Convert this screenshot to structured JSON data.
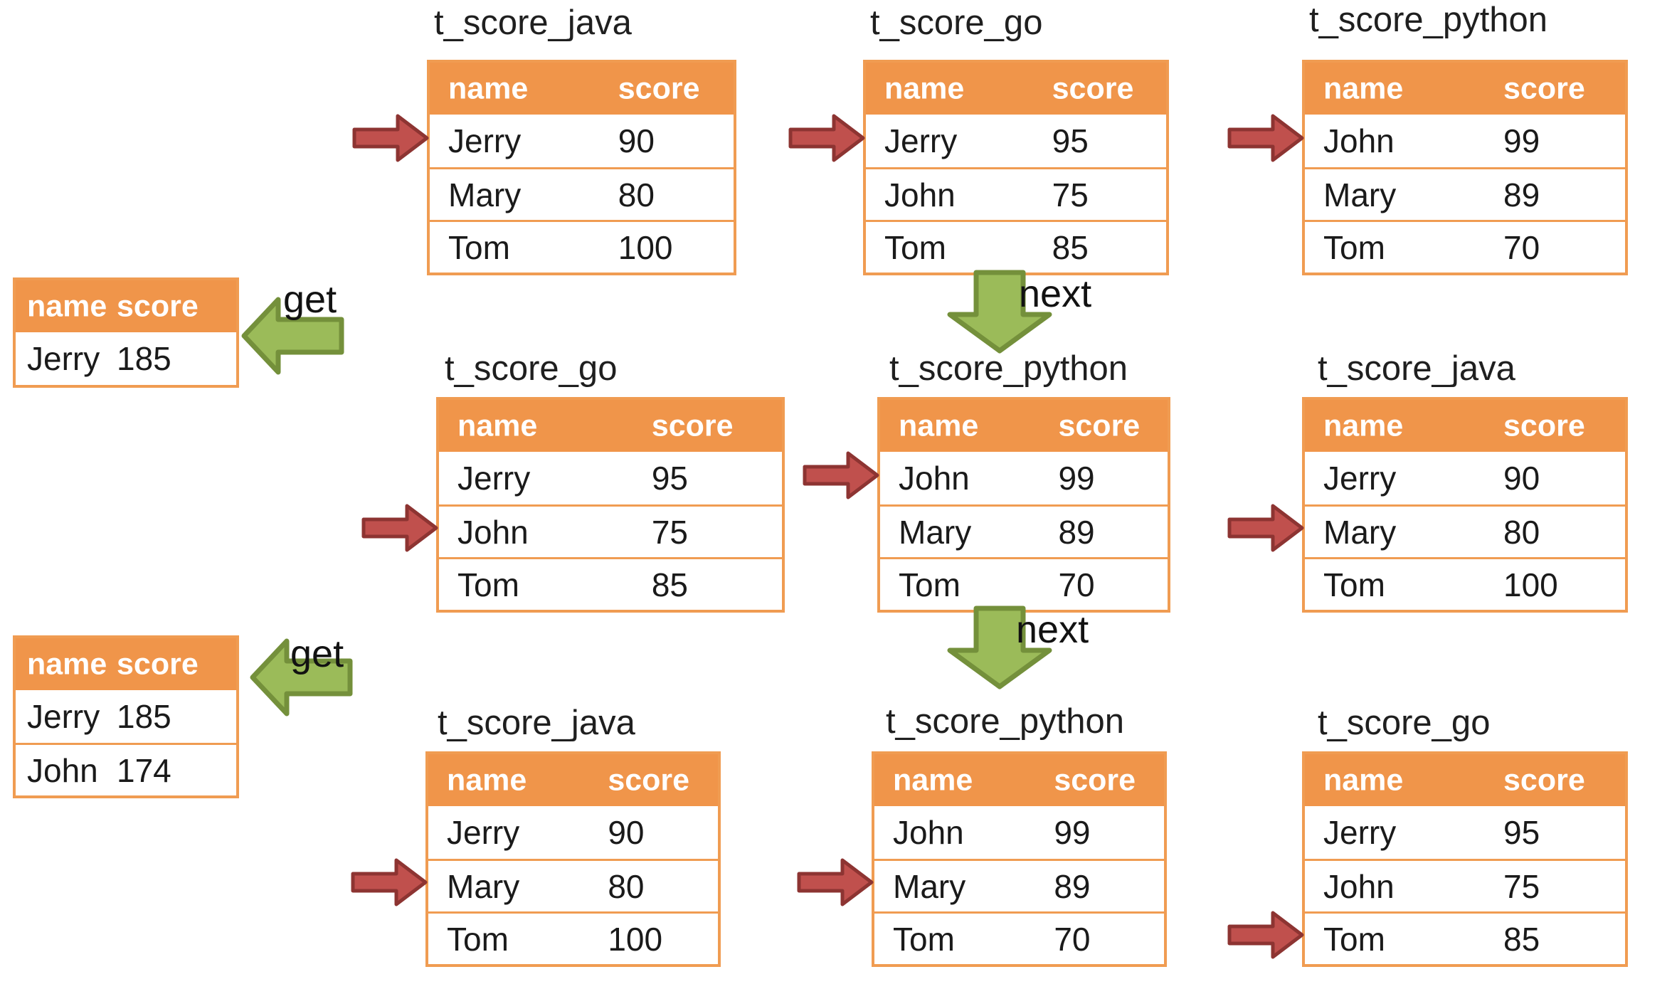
{
  "colors": {
    "table_header_bg": "#F0954A",
    "table_border": "#F09C52",
    "header_text": "#FFFFFF",
    "cell_text": "#1A1A1A",
    "title_text": "#1F1F1F",
    "red_arrow_fill": "#C0504D",
    "red_arrow_stroke": "#8D3432",
    "green_arrow_fill": "#9BBB59",
    "green_arrow_stroke": "#74903B",
    "background": "#FFFFFF"
  },
  "score_tables": [
    {
      "title": "t_score_java",
      "columns": [
        "name",
        "score"
      ],
      "rows": [
        [
          "Jerry",
          "90"
        ],
        [
          "Mary",
          "80"
        ],
        [
          "Tom",
          "100"
        ]
      ],
      "pointed_row": "Jerry"
    },
    {
      "title": "t_score_go",
      "columns": [
        "name",
        "score"
      ],
      "rows": [
        [
          "Jerry",
          "95"
        ],
        [
          "John",
          "75"
        ],
        [
          "Tom",
          "85"
        ]
      ],
      "pointed_row": "Jerry"
    },
    {
      "title": "t_score_python",
      "columns": [
        "name",
        "score"
      ],
      "rows": [
        [
          "John",
          "99"
        ],
        [
          "Mary",
          "89"
        ],
        [
          "Tom",
          "70"
        ]
      ],
      "pointed_row": "John"
    },
    {
      "title": "t_score_go",
      "columns": [
        "name",
        "score"
      ],
      "rows": [
        [
          "Jerry",
          "95"
        ],
        [
          "John",
          "75"
        ],
        [
          "Tom",
          "85"
        ]
      ],
      "pointed_row": "John"
    },
    {
      "title": "t_score_python",
      "columns": [
        "name",
        "score"
      ],
      "rows": [
        [
          "John",
          "99"
        ],
        [
          "Mary",
          "89"
        ],
        [
          "Tom",
          "70"
        ]
      ],
      "pointed_row": "John"
    },
    {
      "title": "t_score_java",
      "columns": [
        "name",
        "score"
      ],
      "rows": [
        [
          "Jerry",
          "90"
        ],
        [
          "Mary",
          "80"
        ],
        [
          "Tom",
          "100"
        ]
      ],
      "pointed_row": "Mary"
    },
    {
      "title": "t_score_java",
      "columns": [
        "name",
        "score"
      ],
      "rows": [
        [
          "Jerry",
          "90"
        ],
        [
          "Mary",
          "80"
        ],
        [
          "Tom",
          "100"
        ]
      ],
      "pointed_row": "Mary"
    },
    {
      "title": "t_score_python",
      "columns": [
        "name",
        "score"
      ],
      "rows": [
        [
          "John",
          "99"
        ],
        [
          "Mary",
          "89"
        ],
        [
          "Tom",
          "70"
        ]
      ],
      "pointed_row": "Mary"
    },
    {
      "title": "t_score_go",
      "columns": [
        "name",
        "score"
      ],
      "rows": [
        [
          "Jerry",
          "95"
        ],
        [
          "John",
          "75"
        ],
        [
          "Tom",
          "85"
        ]
      ],
      "pointed_row": "Tom"
    }
  ],
  "result_tables": [
    {
      "columns": [
        "name",
        "score"
      ],
      "rows": [
        [
          "Jerry",
          "185"
        ]
      ]
    },
    {
      "columns": [
        "name",
        "score"
      ],
      "rows": [
        [
          "Jerry",
          "185"
        ],
        [
          "John",
          "174"
        ]
      ]
    }
  ],
  "flow_labels": {
    "get_top": "get",
    "get_bottom": "get",
    "next_top": "next",
    "next_bottom": "next"
  }
}
